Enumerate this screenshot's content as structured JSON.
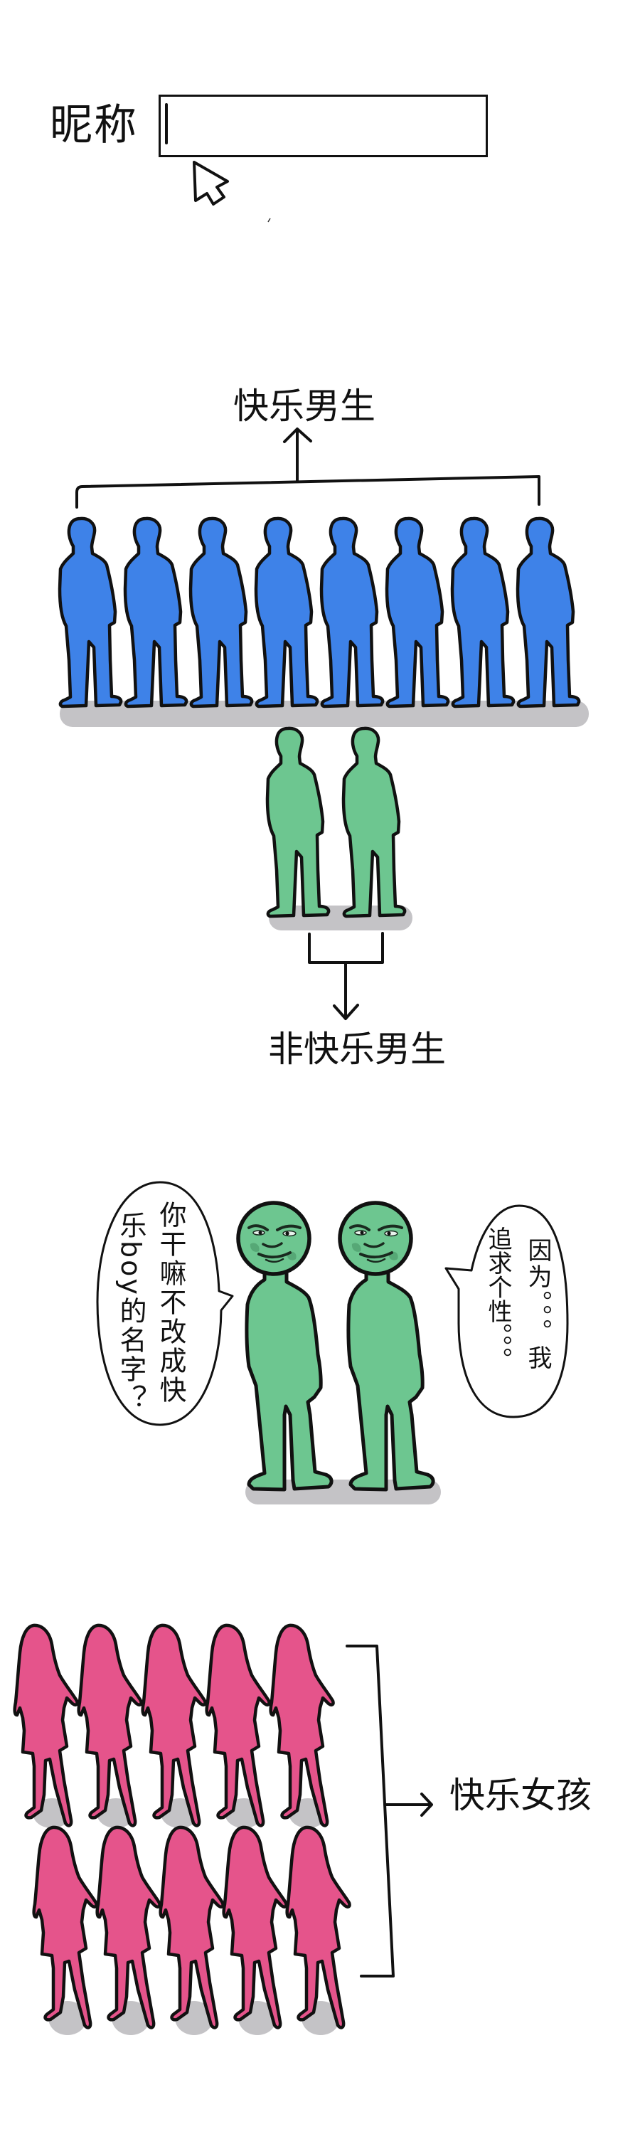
{
  "form": {
    "nickname_label": "昵称",
    "nickname_value": "",
    "caret_visible": true
  },
  "icons": {
    "pointer": "mouse-pointer-arrow"
  },
  "happy_boys": {
    "label": "快乐男生",
    "figure_count": 8,
    "figure_color": "#3e82e8"
  },
  "not_happy_boys": {
    "label": "非快乐男生",
    "figure_count": 2,
    "figure_color": "#6dc690"
  },
  "dialogue": {
    "figure_count": 2,
    "figure_color": "#6dc690",
    "left_bubble": {
      "lines": [
        "你干嘛不改成快",
        "乐boy的名字？"
      ]
    },
    "right_bubble": {
      "lines": [
        "因为。。。我",
        "追求个性。。。"
      ]
    }
  },
  "happy_girls": {
    "label": "快乐女孩",
    "figure_color": "#e5548b",
    "rows": [
      {
        "figure_count": 5
      },
      {
        "figure_count": 5
      }
    ]
  },
  "colors": {
    "outline": "#111111",
    "shadow": "#c4c3c6",
    "background": "#ffffff"
  }
}
